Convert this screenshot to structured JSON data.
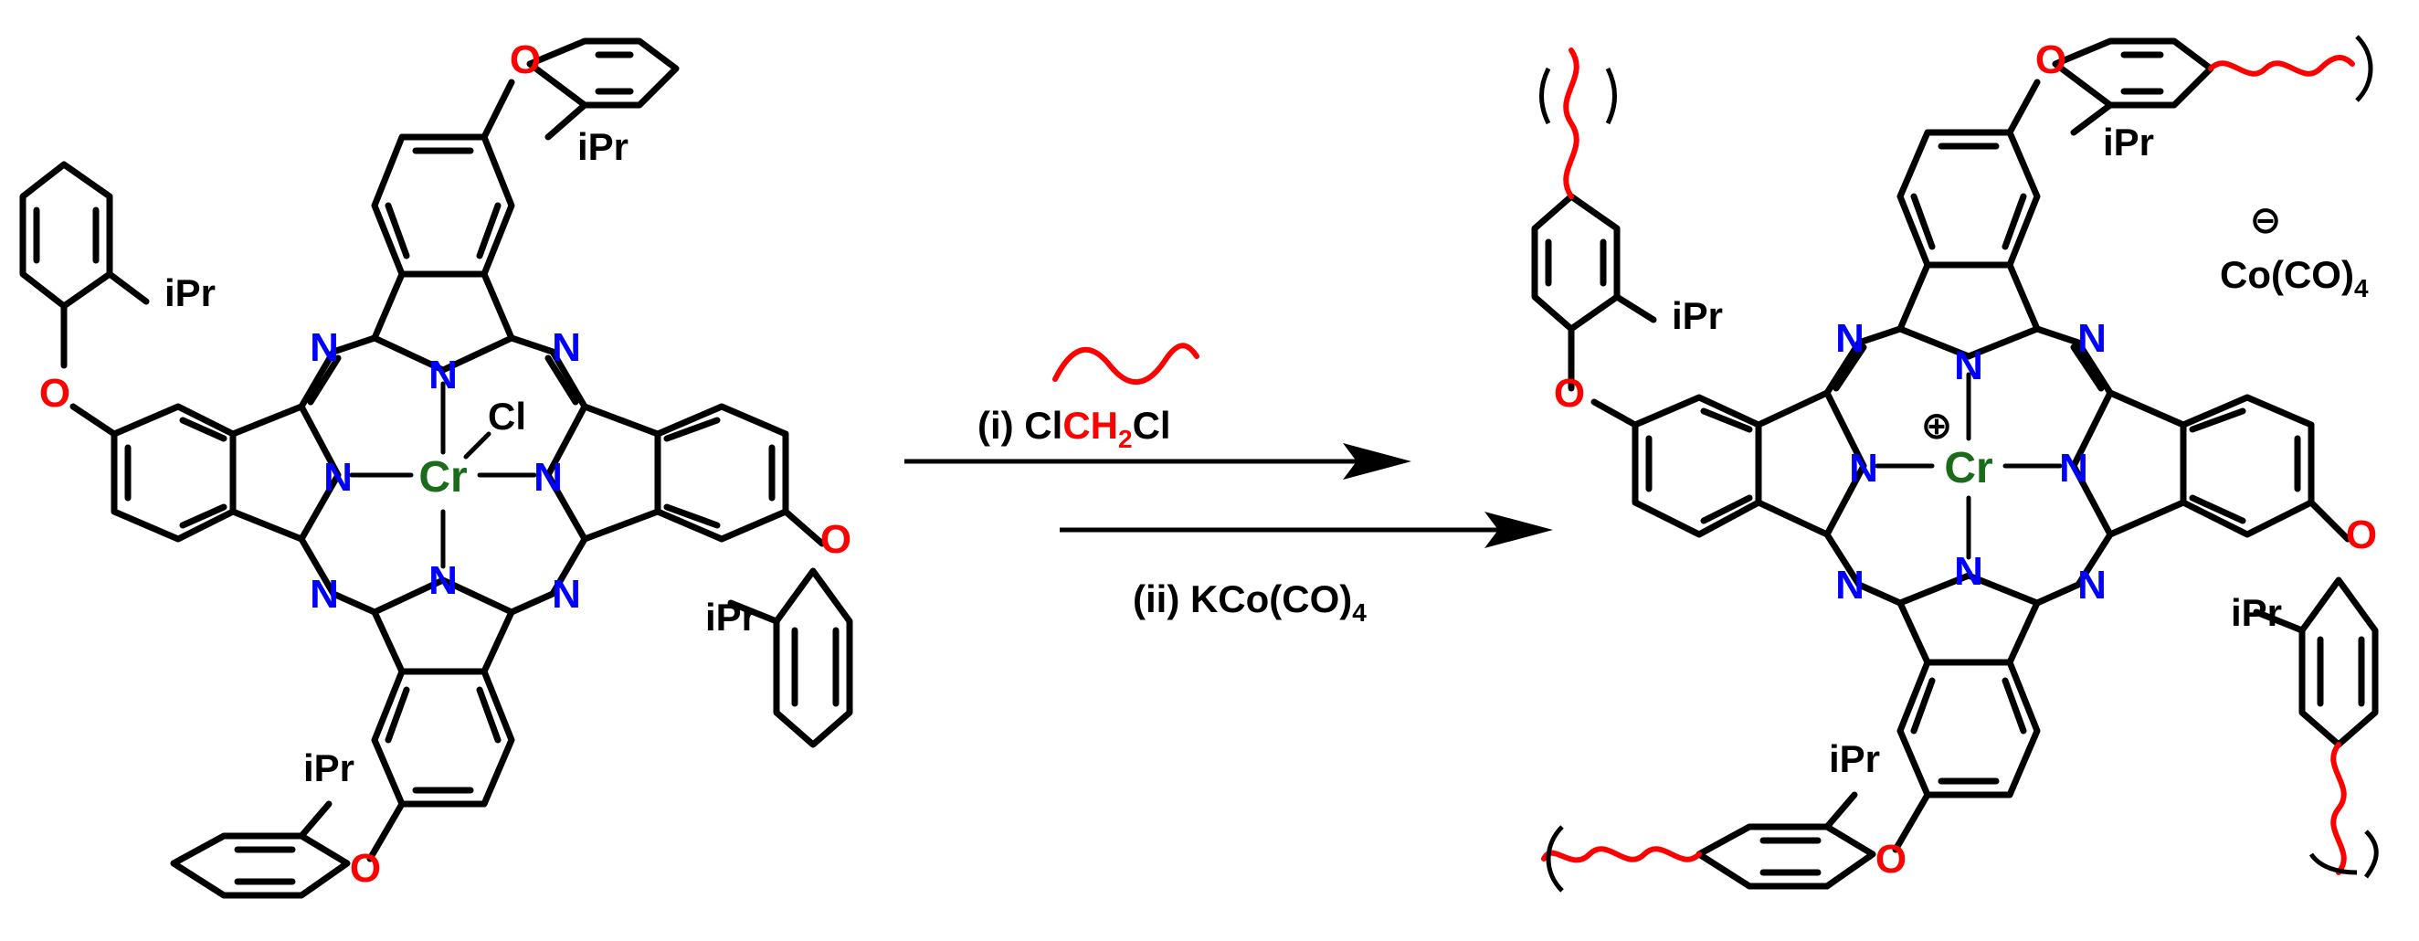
{
  "reactant": {
    "metal": "Cr",
    "axial_ligand": "Cl",
    "nitrogen": "N",
    "oxygen": "O",
    "substituent": "iPr"
  },
  "arrow": {
    "step1": {
      "prefix": "(i) Cl",
      "highlight": "CH",
      "sub": "2",
      "suffix": "Cl"
    },
    "step2": {
      "prefix": "(ii) KCo(CO)",
      "sub": "4"
    }
  },
  "product": {
    "metal": "Cr",
    "charge": "⊕",
    "nitrogen": "N",
    "oxygen": "O",
    "substituent": "iPr",
    "counterion": {
      "charge": "⊖",
      "main": "Co(CO)",
      "sub": "4"
    }
  },
  "colors": {
    "nitrogen": "#0000ff",
    "oxygen": "#ff0000",
    "chromium": "#1a6b1a",
    "polymer_chain": "#ff0000",
    "bond": "#000000"
  }
}
